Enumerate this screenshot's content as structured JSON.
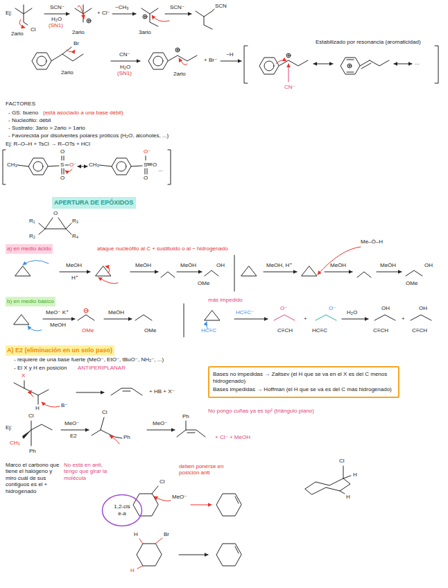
{
  "diagram": {
    "nodes": [
      {
        "text": [
          "APERTURA DE EPÓXIDOS"
        ]
      },
      {
        "text": [
          "a) en medio ácido"
        ]
      },
      {
        "text": [
          "b) en medio básico"
        ]
      },
      {
        "text": [
          "A) E2 (eliminación en un solo paso)"
        ]
      },
      {
        "text": [
          "Bases no impedidas → Zaitsev (el H que se va en el X es del C menos hidrogenado)",
          "Bases impedidas → Hoffman (el H que se va es del C más hidrogenado)"
        ]
      },
      {
        "text": [
          "1,2-cis e-a"
        ]
      }
    ],
    "labels": [
      "Ej:",
      "2ario",
      "Cl",
      "SCN⁻",
      "H₂O",
      "(SN1)",
      "2ario",
      "+ Cl⁻",
      "~CH₃",
      "3ario",
      "SCN⁻",
      "SCN",
      "2ario",
      "Br",
      "CN⁻",
      "H₂O",
      "(SN1)",
      "2ario",
      "+ Br⁻",
      "~H",
      "Estabilizado por resonancia (aromaticidad)",
      "CN⁻",
      "...",
      "FACTORES",
      "- GS: bueno",
      "(está asociado a una base débil)",
      "- Nucleófilo: débil",
      "- Sustrato: 3ario > 2ario > 1ario",
      "- Favorecida por disolventes polares próticos (H₂O, alcoholes, ...)",
      "Ej: R–O–H + TsCl → R–OTs + HCl",
      "CH₃",
      "O",
      "S",
      "O",
      "O⁻",
      "CH₃",
      "O⁻",
      "S",
      "O",
      "O",
      "...",
      "R₁",
      "R₂",
      "O",
      "R₃",
      "R₄",
      "ataque nucleófilo al C + sustituido o al − hidrogenado",
      "MeOH",
      "H⁺",
      "MeÖH",
      "MeÖH",
      "OH",
      "OMe",
      "Me–Ö–H",
      "MeOH, H⁺",
      "MeÖH",
      "MeÖH",
      "OH",
      "OMe",
      "MeO⁻ K⁺",
      "MeOH",
      "OMe",
      "MeÖH",
      "OMe",
      "más impedido",
      "HC≡C⁻",
      "HC≡C",
      "O⁻",
      "C≡CH",
      "+",
      "O⁻",
      "HC≡C",
      "H₂O",
      "OH",
      "C≡CH",
      "+",
      "OH",
      "C≡CH",
      "- requiere de una base fuerte (MeO⁻, EtO⁻, tBuO⁻, NH₂⁻, ...)",
      "- El X y H en posición",
      "ANTIPERIPLANAR",
      "X",
      "H",
      "B⁻",
      "+ HB + X⁻",
      "Ej:",
      "Cl",
      "CH₃",
      "Ph",
      "MeO⁻",
      "E2",
      "Cl",
      "Ph",
      "MeO⁻",
      "Ph",
      "No pongo cuñas ya es sp² (triángulo plano)",
      "+ Cl⁻ + MeOH",
      "Marco el carbono que tiene el halógeno y miro cuál de sus contiguos es el + hidrogenado",
      "No está en anti, tengo que girar la molécula",
      "deben ponerse en posición anti",
      "Cl",
      "MeO⁻",
      "Cl",
      "H",
      "H",
      "Br",
      "H",
      "H"
    ]
  }
}
